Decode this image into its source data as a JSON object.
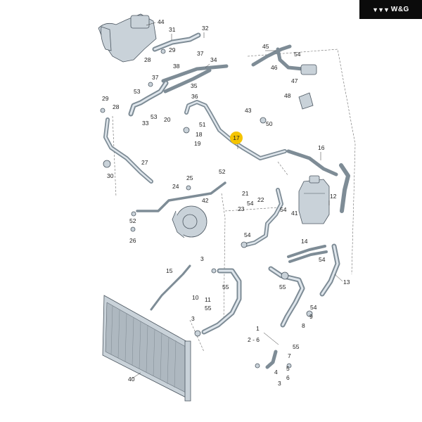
{
  "brand": {
    "mark": "▼▼▼",
    "text": "W&G"
  },
  "colors": {
    "highlight": "#f5c400",
    "hose": "#7e8c96",
    "metal": "#c9d2d9",
    "outline": "#4b5660"
  },
  "callouts": {
    "c44": "44",
    "c31": "31",
    "c32": "32",
    "c29a": "29",
    "c37a": "37",
    "c28a": "28",
    "c38": "38",
    "c34": "34",
    "c45": "45",
    "c54a": "54",
    "c46": "46",
    "c47": "47",
    "c48": "48",
    "c37b": "37",
    "c53a": "53",
    "c35": "35",
    "c36": "36",
    "c29b": "29",
    "c28b": "28",
    "c53b": "53",
    "c33": "33",
    "c20": "20",
    "c51": "51",
    "c18": "18",
    "c19": "19",
    "c43": "43",
    "c50": "50",
    "c17": "17",
    "c16": "16",
    "c27": "27",
    "c30": "30",
    "c25": "25",
    "c52a": "52",
    "c24": "24",
    "c42": "42",
    "c52b": "52",
    "c26": "26",
    "c21": "21",
    "c22": "22",
    "c23": "23",
    "c54b": "54",
    "c54c": "54",
    "c12": "12",
    "c41": "41",
    "c54d": "54",
    "c14": "14",
    "c54e": "54",
    "c13": "13",
    "c15": "15",
    "c3a": "3",
    "c55a": "55",
    "c10": "10",
    "c11": "11",
    "c55b": "55",
    "c3b": "3",
    "c55c": "55",
    "c54f": "54",
    "c9": "9",
    "c8": "8",
    "c1": "1",
    "c26range": "2 - 6",
    "c55d": "55",
    "c40": "40",
    "c7": "7",
    "c5": "5",
    "c6": "6",
    "c4": "4",
    "c3c": "3"
  }
}
